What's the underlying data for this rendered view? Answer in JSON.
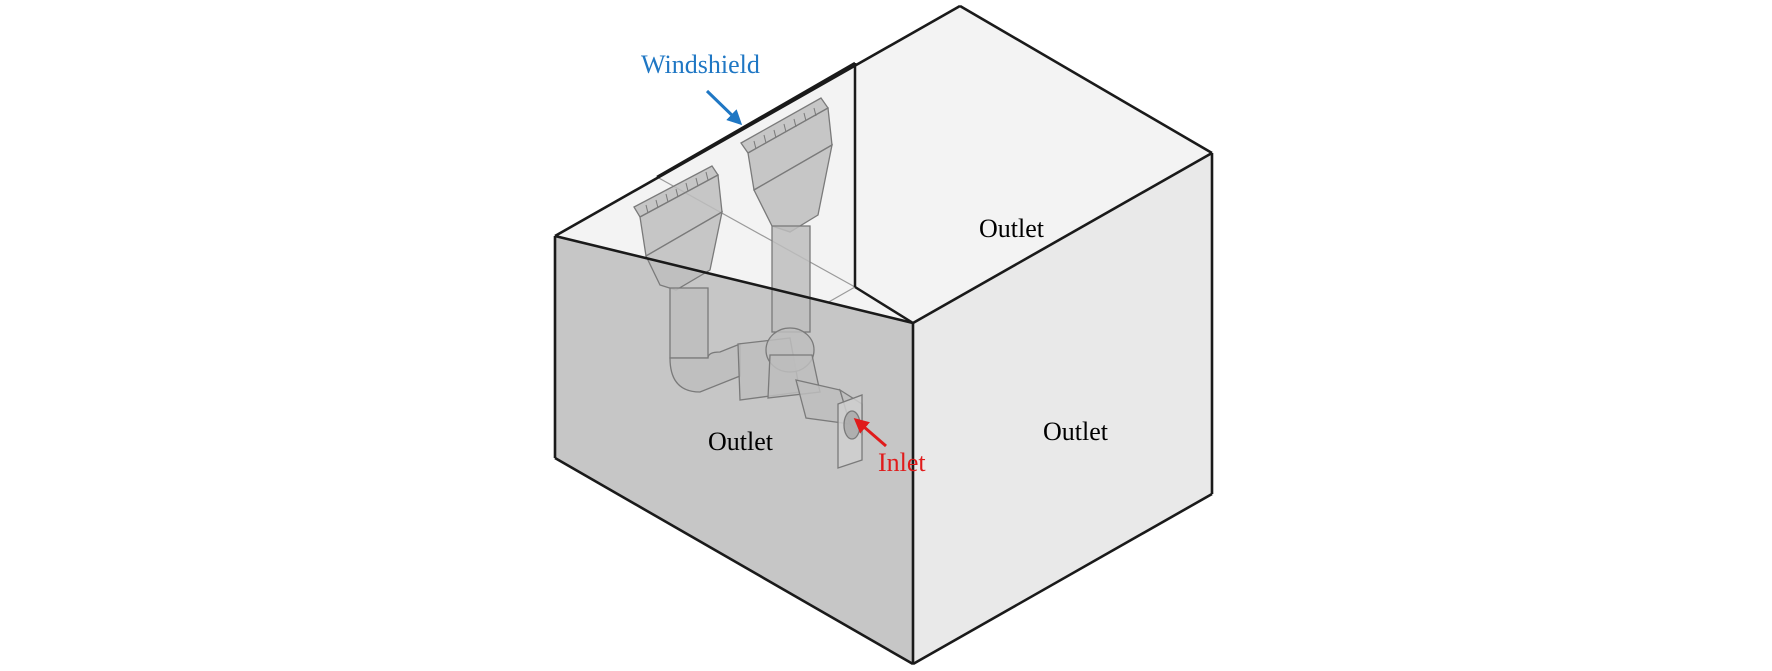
{
  "labels": {
    "windshield": "Windshield",
    "outlet_top": "Outlet",
    "outlet_right": "Outlet",
    "outlet_front": "Outlet",
    "inlet": "Inlet"
  },
  "colors": {
    "windshield": "#1f77c4",
    "inlet": "#e01b1b",
    "edge": "#1a1a1a",
    "face_front": "#c8c8c8",
    "face_top": "#f2f2f2",
    "face_right": "#e9e9e9",
    "duct_fill": "#bdbdbd",
    "duct_stroke": "#7a7a7a"
  }
}
